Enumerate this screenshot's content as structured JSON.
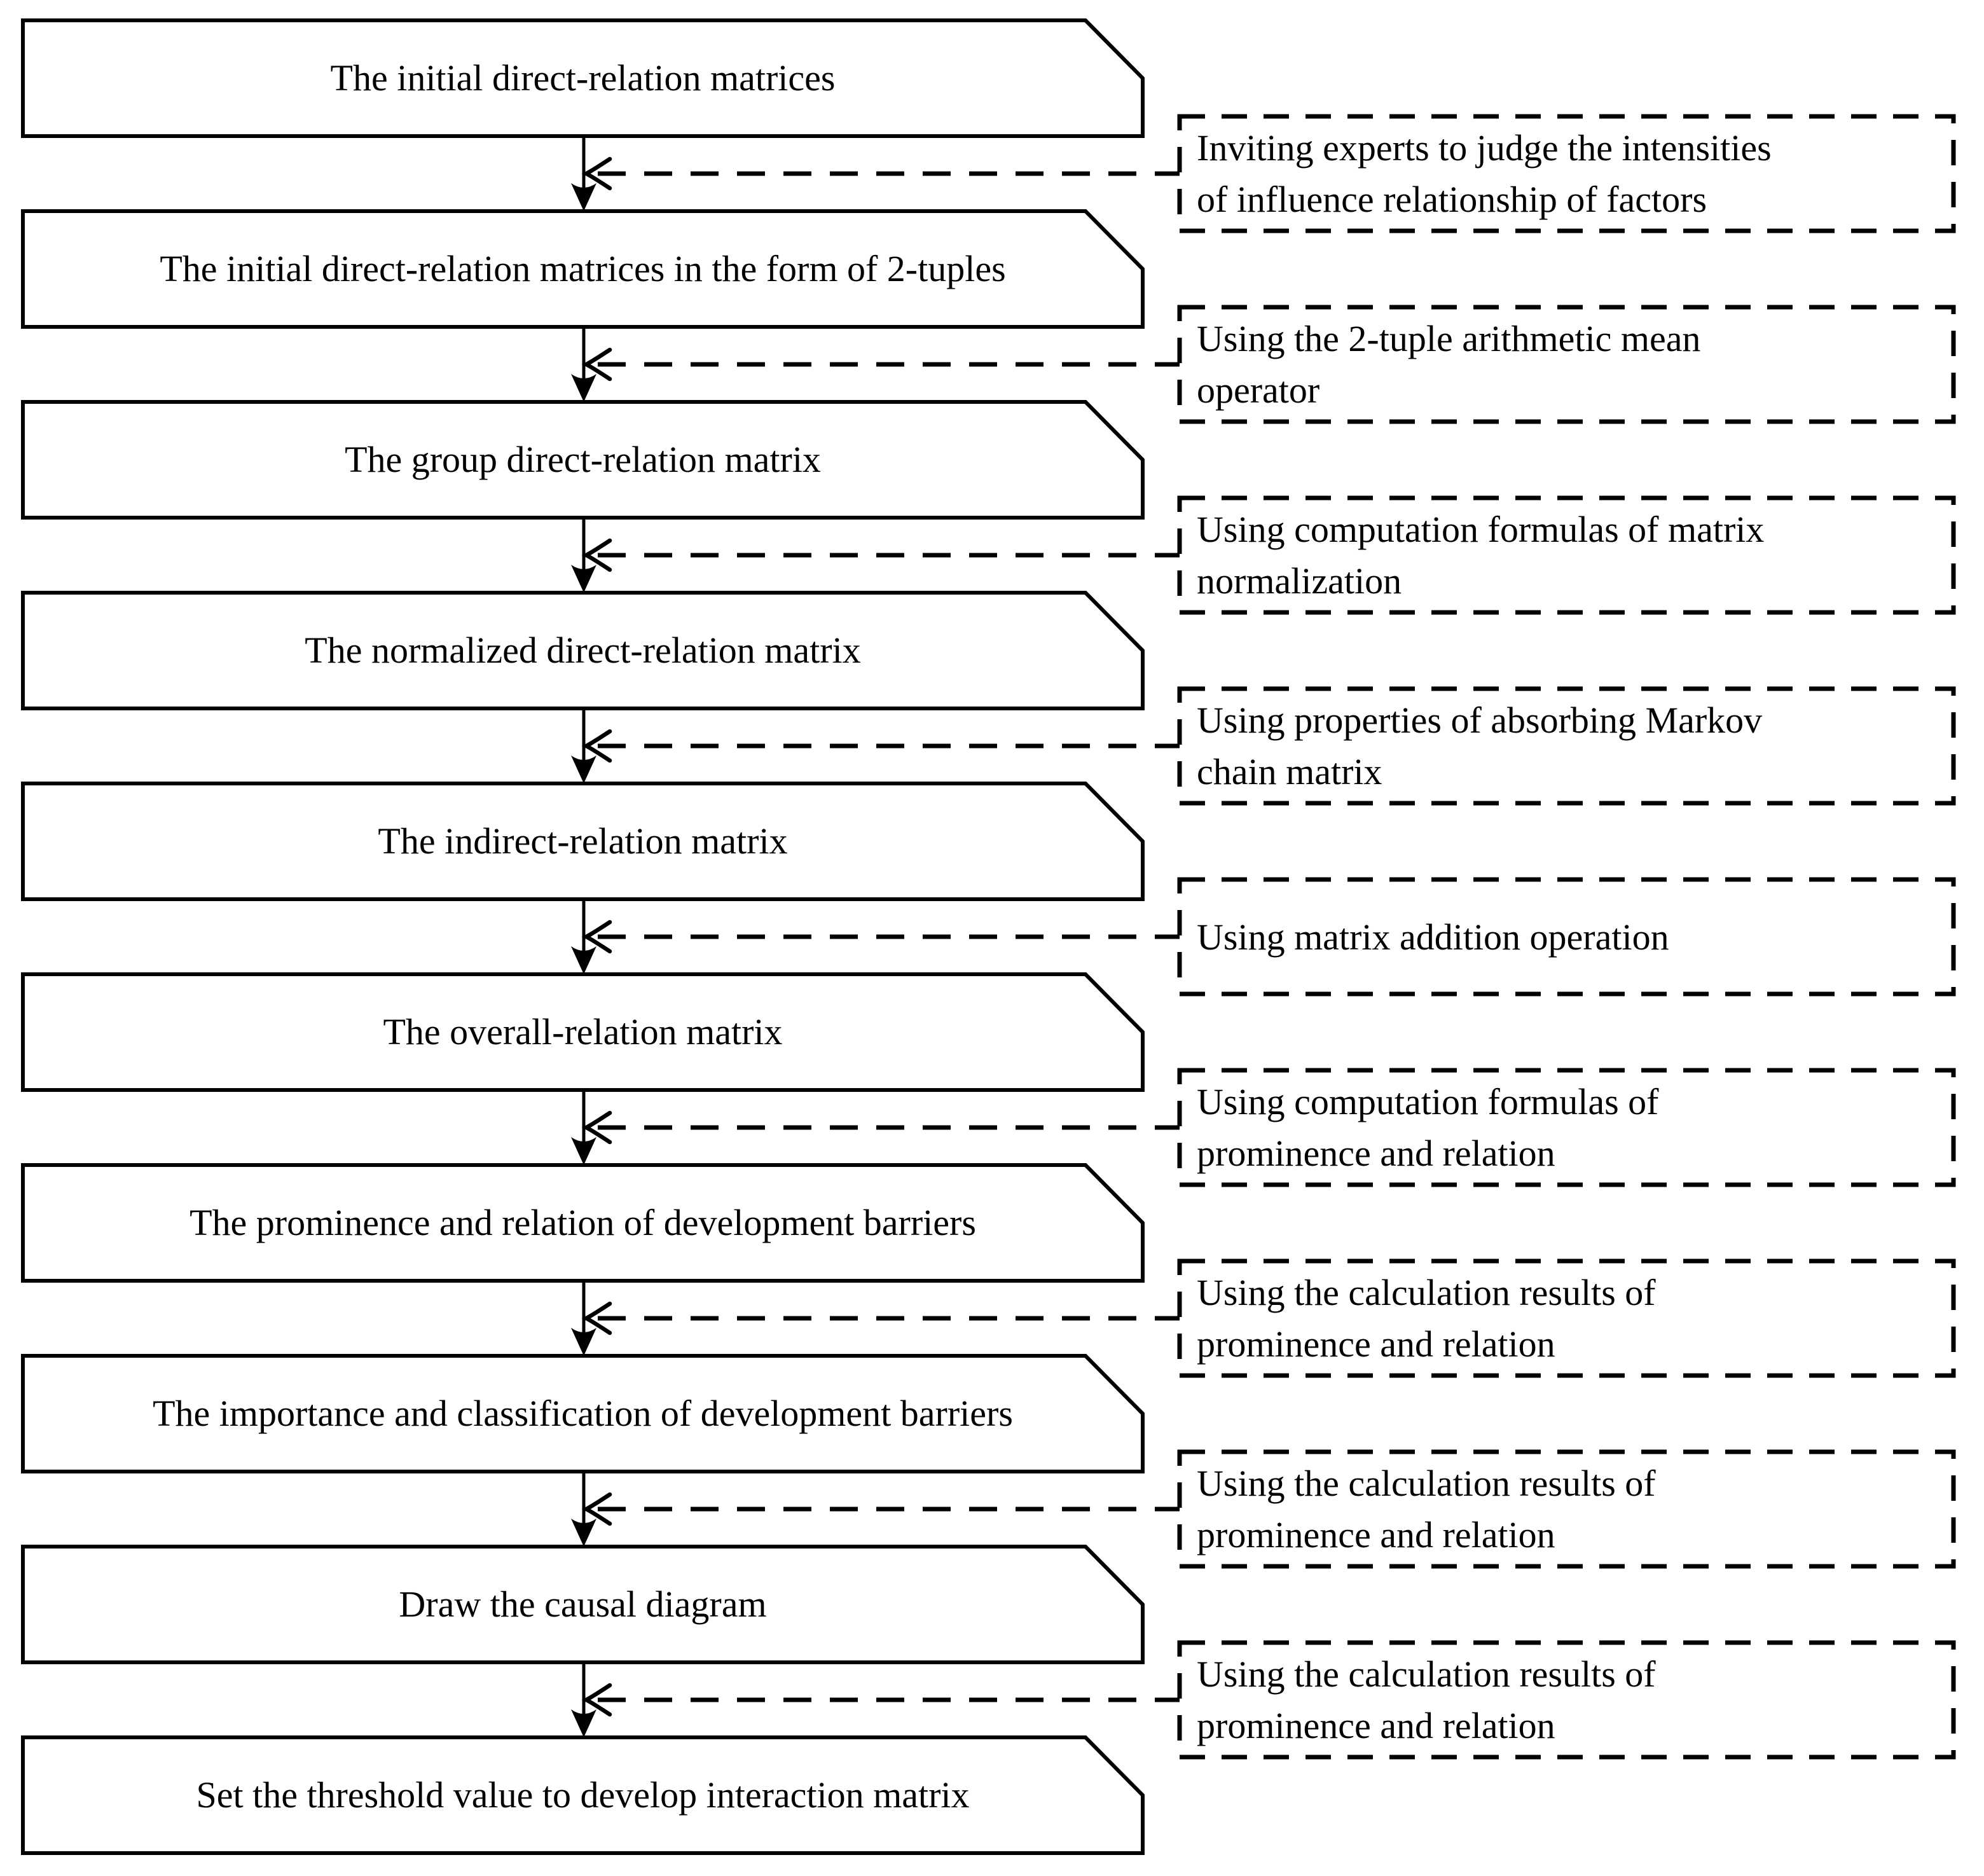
{
  "figure": {
    "title": "DEMATEL flowchart of development-barrier analysis",
    "colors": {
      "ink": "#000000",
      "background": "#ffffff"
    },
    "steps": [
      {
        "label": "The initial direct-relation matrices"
      },
      {
        "label": "The initial direct-relation matrices in the form of 2-tuples"
      },
      {
        "label": "The group direct-relation matrix"
      },
      {
        "label": "The normalized direct-relation matrix"
      },
      {
        "label": "The indirect-relation matrix"
      },
      {
        "label": "The overall-relation matrix"
      },
      {
        "label": "The prominence and relation of development barriers"
      },
      {
        "label": "The importance and classification of development barriers"
      },
      {
        "label": "Draw the causal diagram"
      },
      {
        "label": "Set the threshold value to develop interaction matrix"
      }
    ],
    "notes": [
      {
        "lines": [
          "Inviting experts to judge the intensities",
          "of influence relationship of factors"
        ]
      },
      {
        "lines": [
          "Using the 2-tuple arithmetic mean",
          "operator"
        ]
      },
      {
        "lines": [
          "Using computation formulas of matrix",
          "normalization"
        ]
      },
      {
        "lines": [
          "Using properties of absorbing Markov",
          "chain matrix"
        ]
      },
      {
        "lines": [
          "Using matrix addition operation"
        ]
      },
      {
        "lines": [
          "Using computation formulas of",
          "prominence and relation"
        ]
      },
      {
        "lines": [
          "Using the calculation results of",
          "prominence and relation"
        ]
      },
      {
        "lines": [
          "Using the calculation results of",
          "prominence and relation"
        ]
      },
      {
        "lines": [
          "Using the calculation results of",
          "prominence and relation"
        ]
      }
    ]
  }
}
